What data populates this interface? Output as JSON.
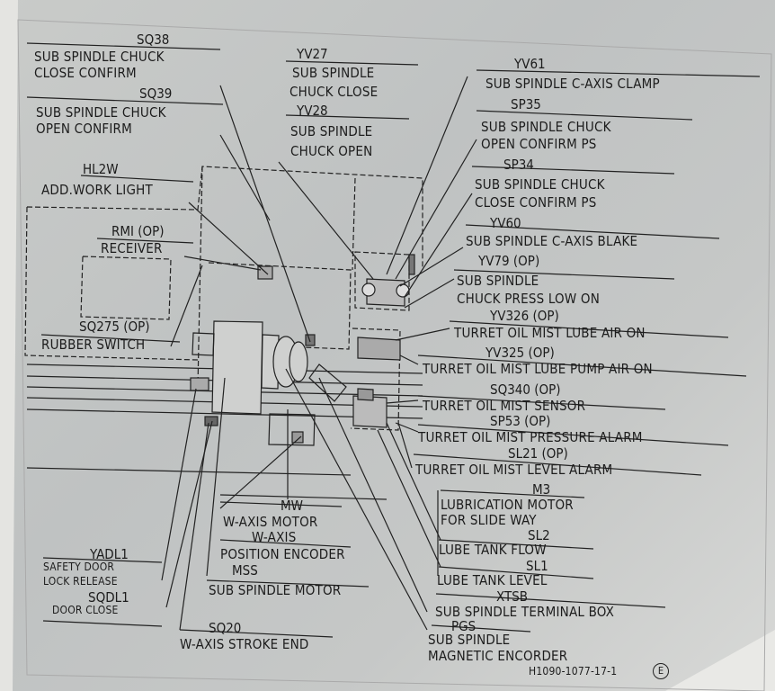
{
  "plate": {
    "labels": {
      "sq38_code": "SQ38",
      "sq38_text1": "SUB SPINDLE CHUCK",
      "sq38_text2": "CLOSE CONFIRM",
      "sq39_code": "SQ39",
      "sq39_text1": "SUB SPINDLE CHUCK",
      "sq39_text2": "OPEN CONFIRM",
      "yv27_code": "YV27",
      "yv27_text1": "SUB SPINDLE",
      "yv27_text2": "CHUCK CLOSE",
      "yv28_code": "YV28",
      "yv28_text1": "SUB SPINDLE",
      "yv28_text2": "CHUCK OPEN",
      "yv61_code": "YV61",
      "yv61_text": "SUB SPINDLE C-AXIS CLAMP",
      "sp35_code": "SP35",
      "sp35_text1": "SUB SPINDLE CHUCK",
      "sp35_text2": "OPEN CONFIRM PS",
      "sp34_code": "SP34",
      "sp34_text1": "SUB SPINDLE CHUCK",
      "sp34_text2": "CLOSE CONFIRM PS",
      "yv60_code": "YV60",
      "yv60_text": "SUB SPINDLE C-AXIS BLAKE",
      "yv79_code": "YV79 (OP)",
      "yv79_text1": "SUB SPINDLE",
      "yv79_text2": "CHUCK PRESS LOW ON",
      "yv326_code": "YV326 (OP)",
      "yv326_text": "TURRET OIL MIST LUBE AIR ON",
      "yv325_code": "YV325 (OP)",
      "yv325_text": "TURRET OIL MIST LUBE PUMP AIR ON",
      "sq340_code": "SQ340 (OP)",
      "sq340_text": "TURRET OIL MIST SENSOR",
      "sp53_code": "SP53 (OP)",
      "sp53_text": "TURRET OIL MIST PRESSURE ALARM",
      "sl21_code": "SL21 (OP)",
      "sl21_text": "TURRET OIL MIST LEVEL ALARM",
      "hl2w_code": "HL2W",
      "hl2w_text": "ADD.WORK LIGHT",
      "rmi_code": "RMI (OP)",
      "rmi_text": "RECEIVER",
      "sq275_code": "SQ275 (OP)",
      "sq275_text": "RUBBER SWITCH",
      "m3_code": "M3",
      "m3_text1": "LUBRICATION MOTOR",
      "m3_text2": "FOR SLIDE WAY",
      "sl2_code": "SL2",
      "sl2_text": "LUBE TANK FLOW",
      "sl1_code": "SL1",
      "sl1_text": "LUBE TANK LEVEL",
      "xtsb_code": "XTSB",
      "xtsb_text": "SUB SPINDLE TERMINAL BOX",
      "pgs_code": "PGS",
      "pgs_text1": "SUB SPINDLE",
      "pgs_text2": "MAGNETIC ENCORDER",
      "mw_code": "MW",
      "mw_text1": "W-AXIS MOTOR",
      "mw_text2": "W-AXIS",
      "mw_text3": "POSITION ENCODER",
      "mss_code": "MSS",
      "mss_text": "SUB SPINDLE MOTOR",
      "yadl1_code": "YADL1",
      "yadl1_text1": "SAFETY DOOR",
      "yadl1_text2": "LOCK RELEASE",
      "sqdl1_code": "SQDL1",
      "sqdl1_text": "DOOR CLOSE",
      "sq20_code": "SQ20",
      "sq20_text": "W-AXIS STROKE END",
      "part_number": "H1090-1077-17-1",
      "edition_mark": "E"
    }
  }
}
